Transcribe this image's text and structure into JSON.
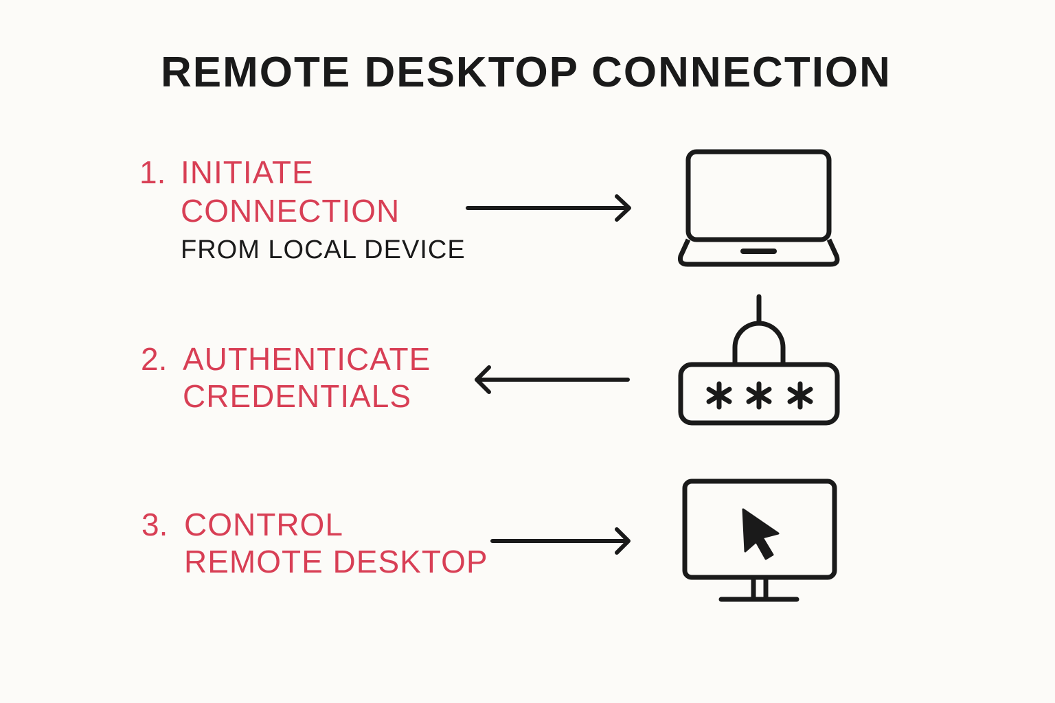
{
  "title": "REMOTE DESKTOP CONNECTION",
  "colors": {
    "accent": "#d83f55",
    "text": "#1a1a1a",
    "background": "#fcfbf8"
  },
  "steps": [
    {
      "number": "1.",
      "lines": [
        "INITIATE",
        "CONNECTION"
      ],
      "subtitle": "FROM LOCAL DEVICE",
      "arrow_direction": "right",
      "icon": "laptop-icon"
    },
    {
      "number": "2.",
      "lines": [
        "AUTHENTICATE",
        "CREDENTIALS"
      ],
      "arrow_direction": "left",
      "icon": "password-lock-icon",
      "icon_text": "* * *"
    },
    {
      "number": "3.",
      "lines": [
        "CONTROL",
        "REMOTE DESKTOP"
      ],
      "arrow_direction": "right",
      "icon": "monitor-cursor-icon"
    }
  ]
}
